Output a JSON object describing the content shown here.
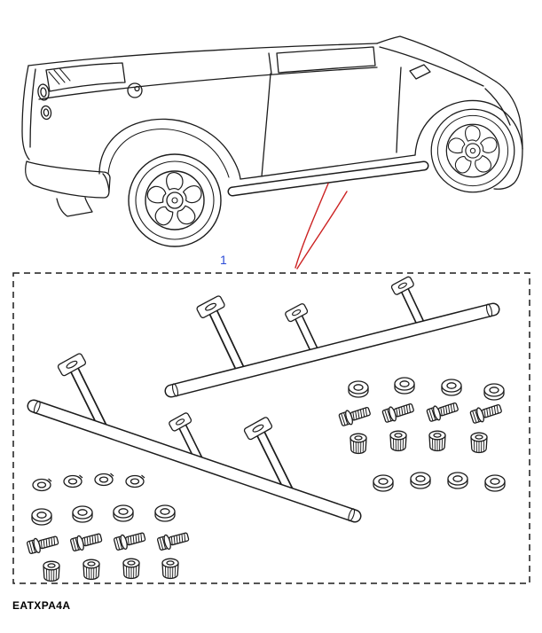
{
  "diagram": {
    "callout_label": "1",
    "drawing_code": "EATXPA4A"
  },
  "colors": {
    "line": "#1c1c1c",
    "callout_blue": "#2b4bd7",
    "leader_red": "#cc2222",
    "paper": "#ffffff"
  },
  "icons": {
    "vehicle_illustration": "suv-rear-three-quarter-view-with-side-step",
    "parts_depicted": [
      "side-step-tube",
      "mounting-bracket",
      "flat-washer",
      "spring-washer",
      "hex-bolt",
      "knurled-spacer-nut"
    ]
  }
}
